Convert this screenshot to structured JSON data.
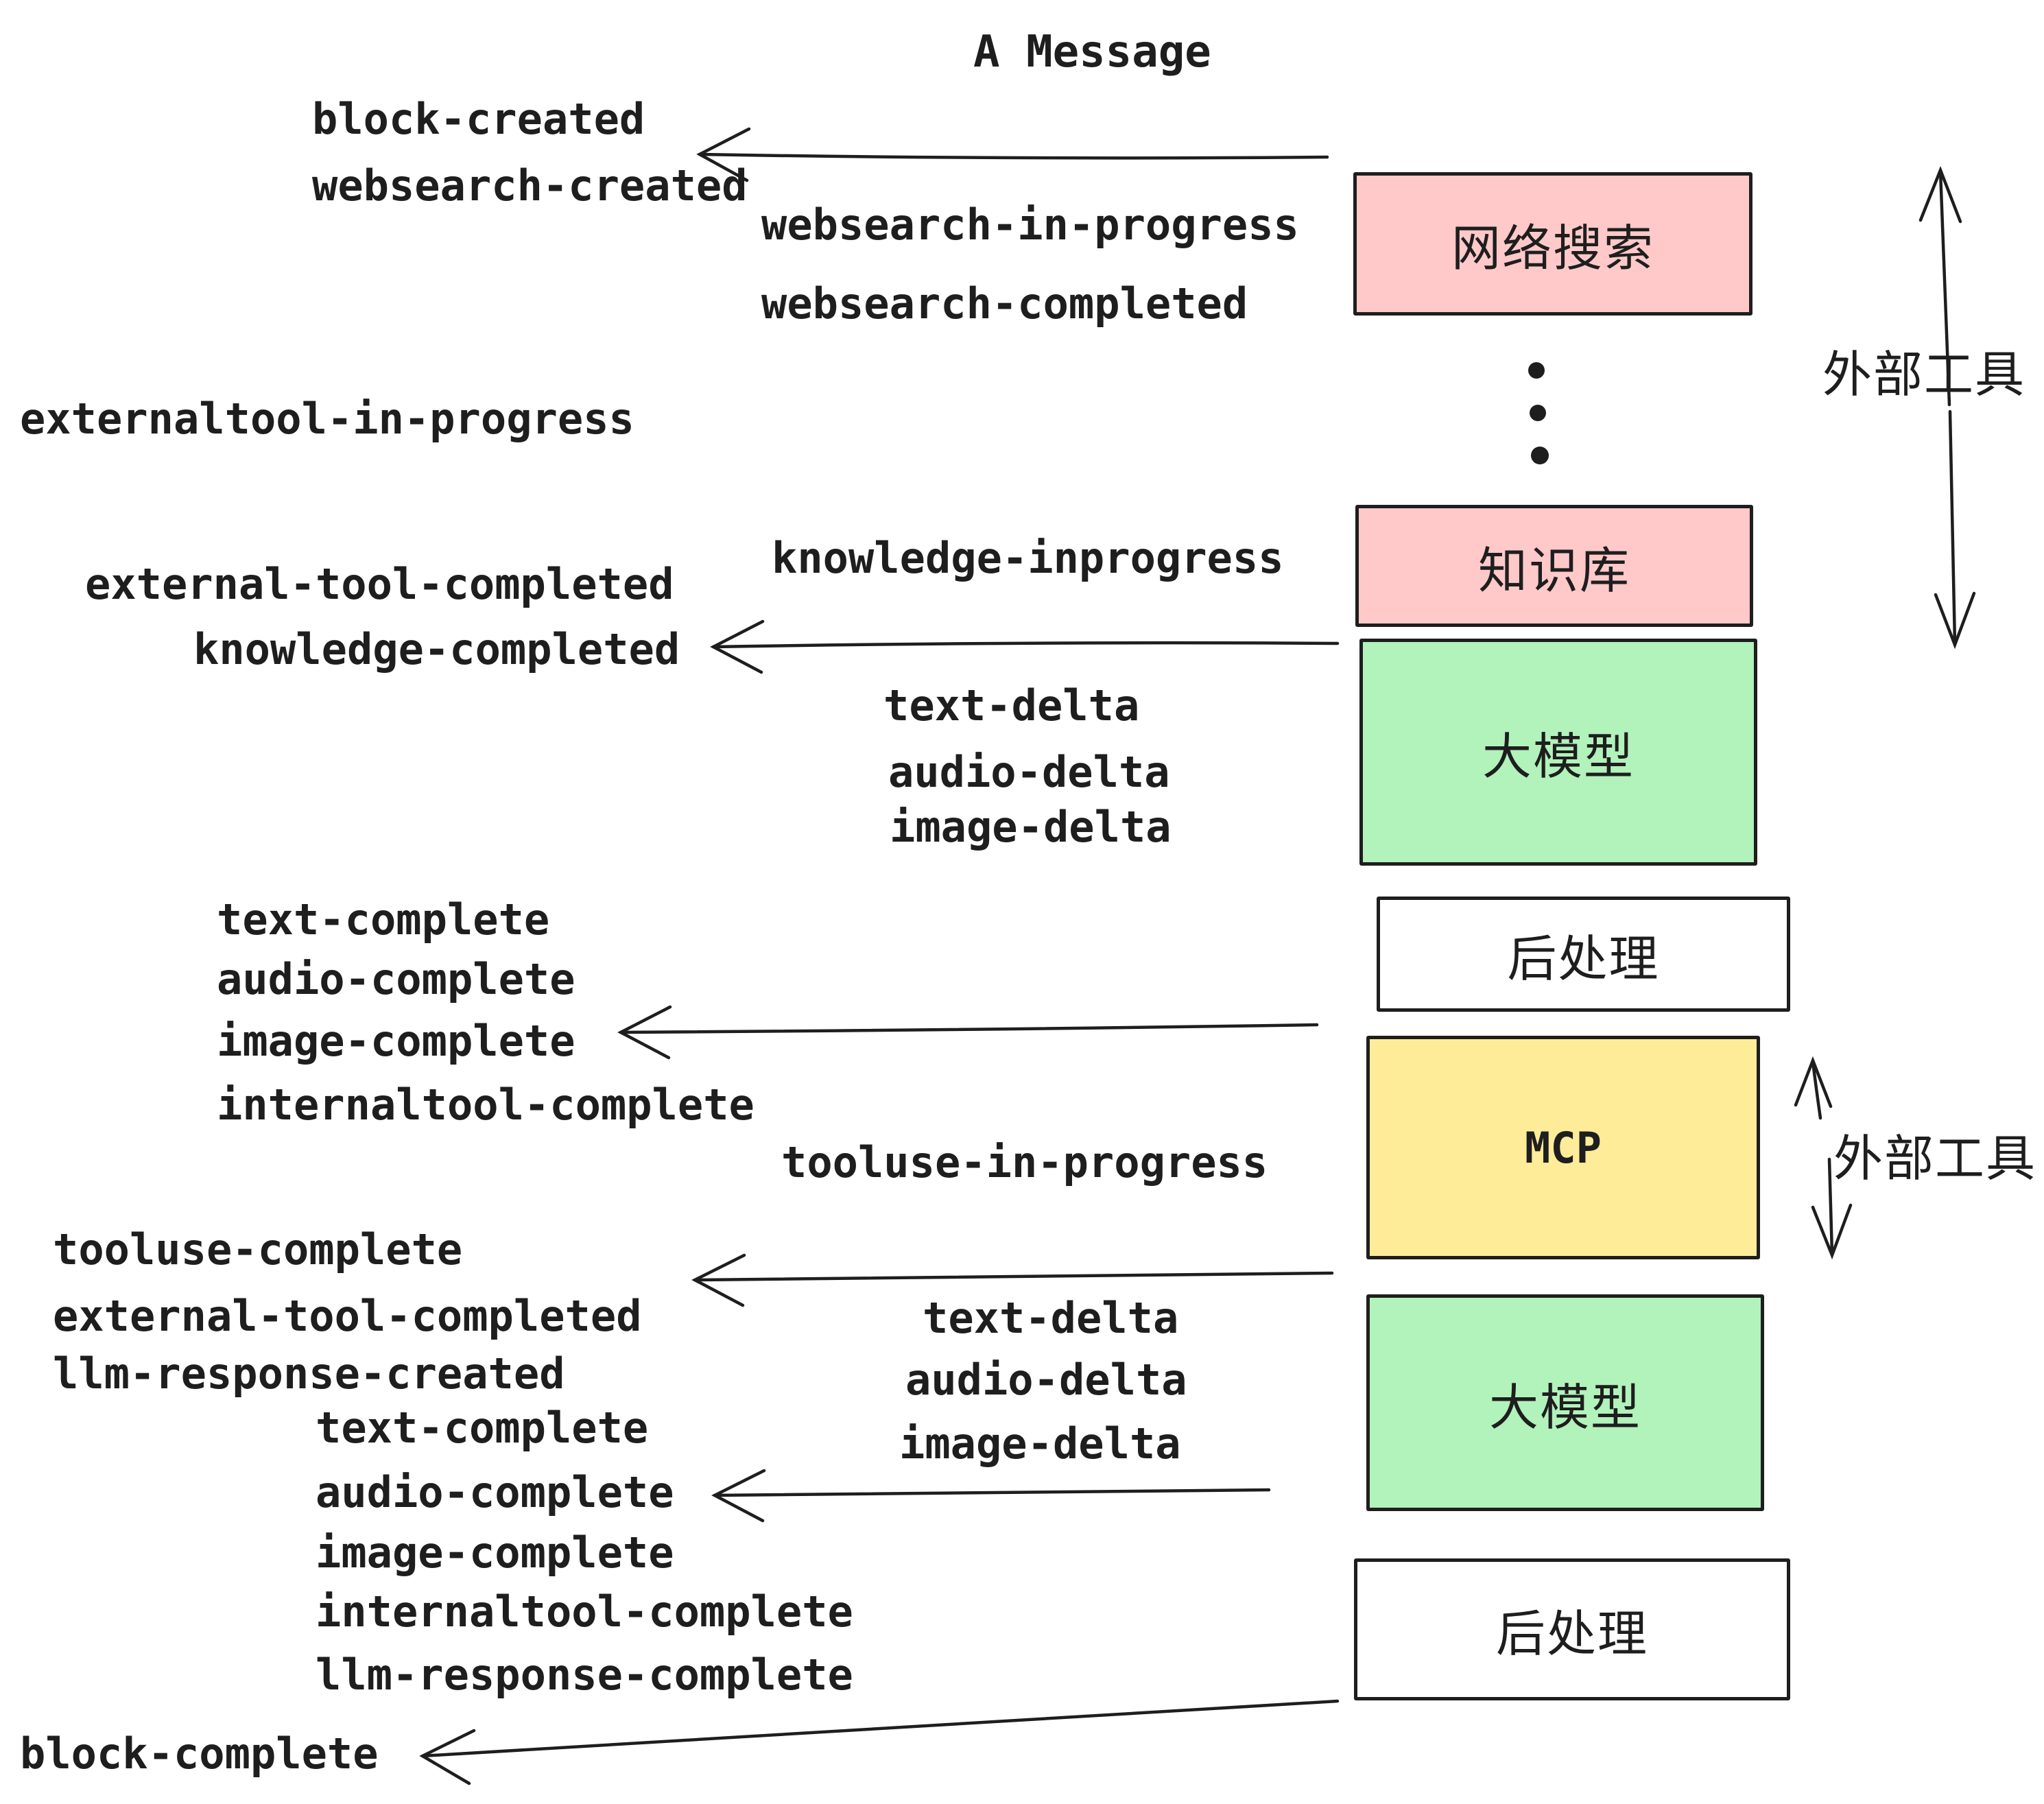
{
  "title": "A Message",
  "colors": {
    "background": "#ffffff",
    "stroke": "#1e1e1e",
    "text": "#1e1e1e",
    "pink": "#ffc9c9",
    "green": "#b2f2bb",
    "yellow": "#ffec99",
    "white": "#ffffff"
  },
  "boxes": [
    {
      "label": "网络搜索",
      "fill": "#ffc9c9"
    },
    {
      "label": "知识库",
      "fill": "#ffc9c9"
    },
    {
      "label": "大模型",
      "fill": "#b2f2bb"
    },
    {
      "label": "后处理",
      "fill": "#ffffff"
    },
    {
      "label": "MCP",
      "fill": "#ffec99"
    },
    {
      "label": "大模型",
      "fill": "#b2f2bb"
    },
    {
      "label": "后处理",
      "fill": "#ffffff"
    }
  ],
  "side_labels": {
    "external_tools_top": "外部工具",
    "external_tools_mcp": "外部工具"
  },
  "events": {
    "block_created": "block-created",
    "websearch_created": "websearch-created",
    "websearch_in_progress": "websearch-in-progress",
    "websearch_completed": "websearch-completed",
    "externaltool_in_progress": "externaltool-in-progress",
    "knowledge_inprogress": "knowledge-inprogress",
    "external_tool_completed_1": "external-tool-completed",
    "knowledge_completed": "knowledge-completed",
    "text_delta_1": "text-delta",
    "audio_delta_1": "audio-delta",
    "image_delta_1": "image-delta",
    "text_complete_1": "text-complete",
    "audio_complete_1": "audio-complete",
    "image_complete_1": "image-complete",
    "internaltool_complete_1": "internaltool-complete",
    "tooluse_in_progress": "tooluse-in-progress",
    "tooluse_complete": "tooluse-complete",
    "external_tool_completed_2": "external-tool-completed",
    "llm_response_created": "llm-response-created",
    "text_complete_2": "text-complete",
    "audio_complete_2": "audio-complete",
    "image_complete_2": "image-complete",
    "internaltool_complete_2": "internaltool-complete",
    "llm_response_complete": "llm-response-complete",
    "text_delta_2": "text-delta",
    "audio_delta_2": "audio-delta",
    "image_delta_2": "image-delta",
    "block_complete": "block-complete"
  }
}
